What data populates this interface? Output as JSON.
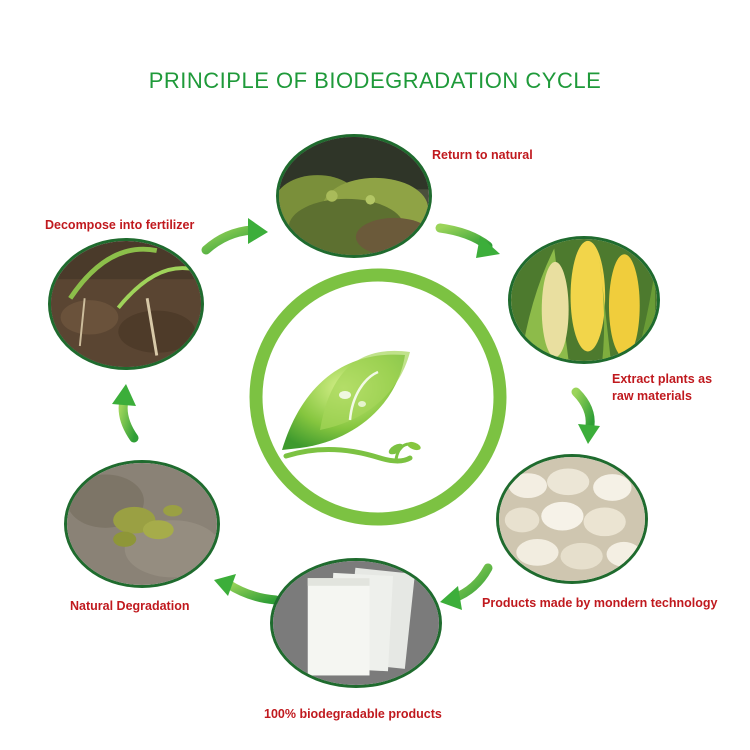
{
  "title": "PRINCIPLE OF BIODEGRADATION CYCLE",
  "stages": {
    "return_to_natural": "Return to natural",
    "extract_plants_line1": "Extract plants as",
    "extract_plants_line2": "raw materials",
    "products_modern": "Products made by mondern technology",
    "biodegradable_products": "100% biodegradable products",
    "natural_degradation": "Natural Degradation",
    "decompose_fertilizer": "Decompose into fertilizer"
  },
  "icons": [
    "moss-image",
    "corn-image",
    "pellets-image",
    "bags-image",
    "soil-moss-image",
    "sprout-soil-image",
    "leaf-logo-icon",
    "cycle-arrow-icon"
  ],
  "colors": {
    "title": "#1f9a3a",
    "label": "#c0191e",
    "arrow": "#3cae3a",
    "ring": "#7cc242"
  }
}
